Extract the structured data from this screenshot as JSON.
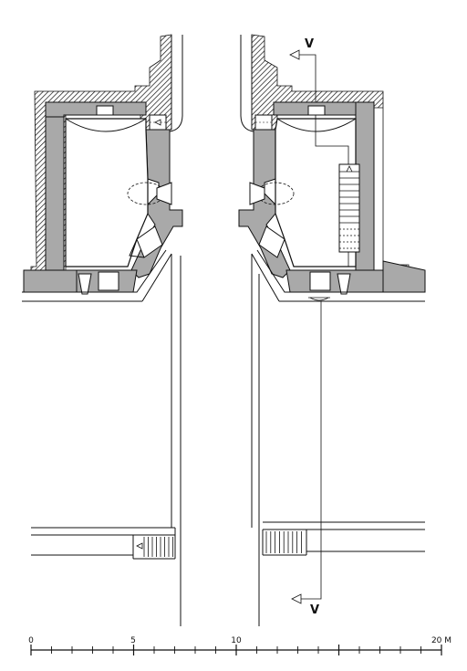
{
  "section_marks": {
    "top": "V",
    "bottom": "V"
  },
  "scale_bar": {
    "labels": [
      "0",
      "5",
      "10",
      "20 M"
    ],
    "subdivisions_per_5m": 5,
    "total_units": 20
  },
  "colors": {
    "wall_fill": "#a9a9a9",
    "line": "#111111",
    "background": "#ffffff"
  }
}
